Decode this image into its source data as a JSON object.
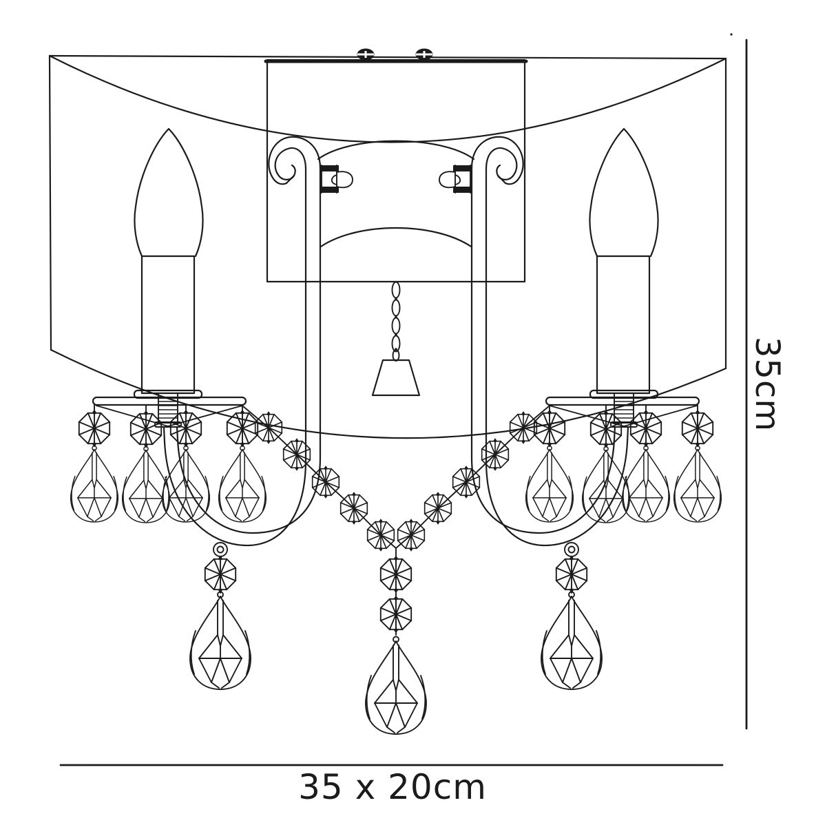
{
  "diagram": {
    "type": "product-dimension-line-drawing",
    "dimensions": {
      "height_label": "35cm",
      "width_depth_label": "35 x 20cm"
    },
    "colors": {
      "line": "#1b1b1b",
      "background": "#ffffff"
    }
  }
}
